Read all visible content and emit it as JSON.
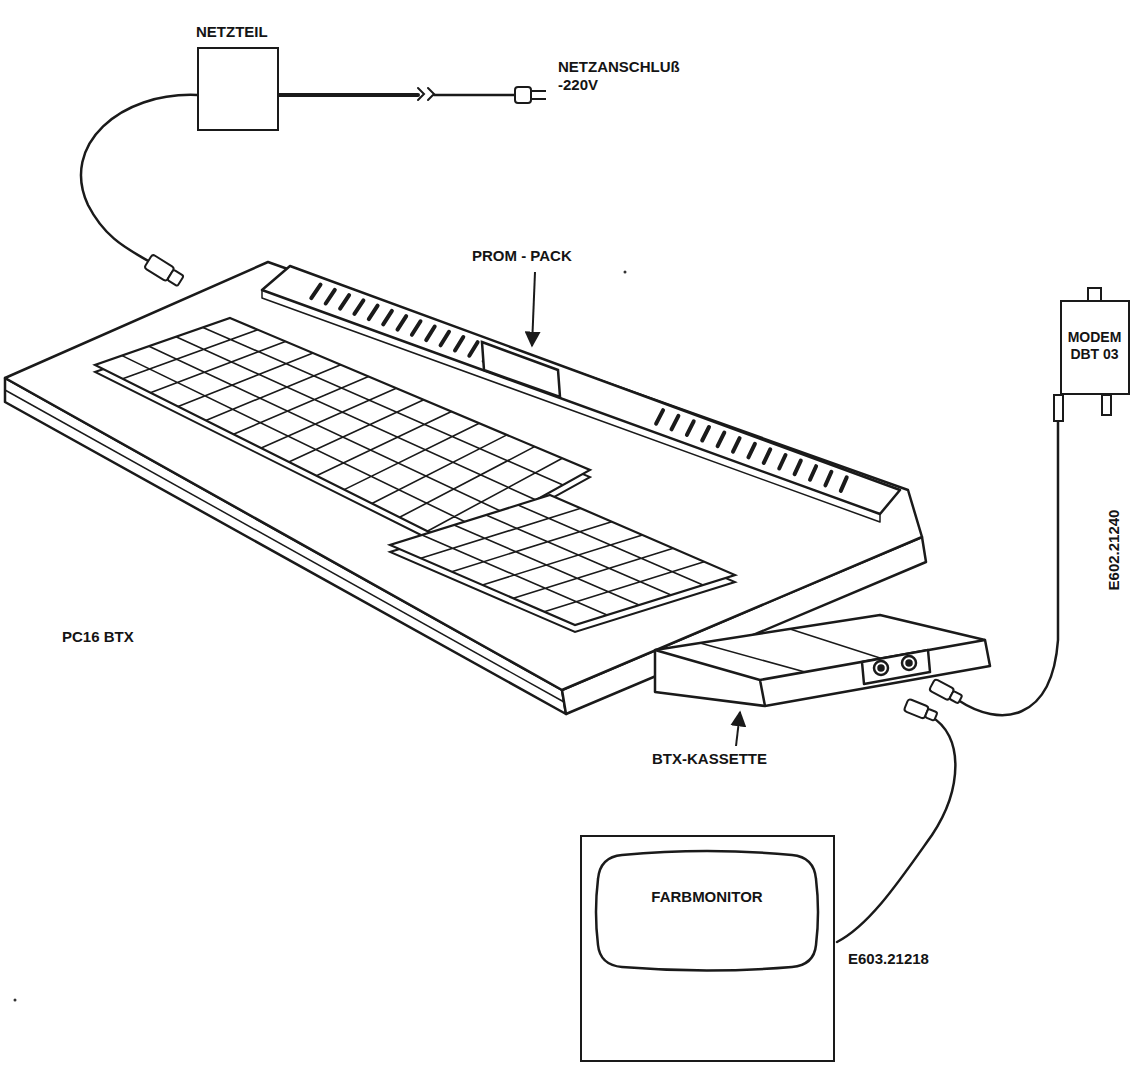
{
  "diagram": {
    "nodes": [
      {
        "text": [
          "NETZTEIL"
        ]
      },
      {
        "text": [
          "MODEM DBT 03"
        ]
      },
      {
        "text": [
          "FARBMONITOR"
        ]
      }
    ],
    "labels": [
      "NETZANSCHLUß -220V",
      "PROM - PACK",
      "PC16 BTX",
      "BTX-KASSETTE",
      "E602.21240",
      "E603.21218"
    ]
  }
}
